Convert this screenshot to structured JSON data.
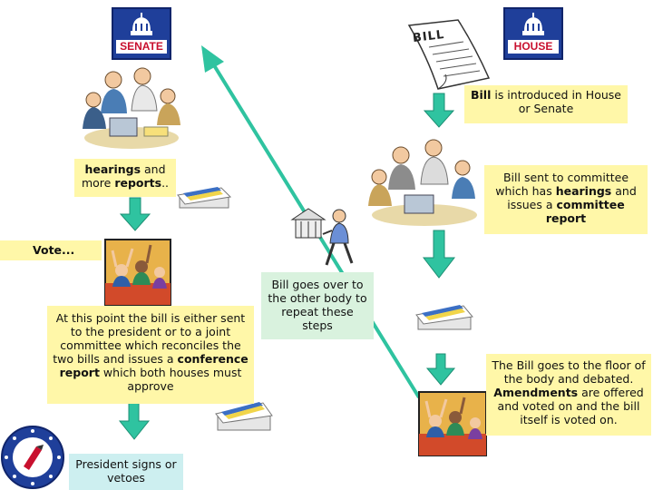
{
  "senate_label": "SENATE",
  "house_label": "HOUSE",
  "bill_paper_label": "BILL",
  "colors": {
    "note_yellow": "#fff7a8",
    "note_green": "#d9f2de",
    "note_teal": "#cdeff0",
    "arrow_green": "#2fc3a0",
    "seal_blue": "#1f3f9a",
    "seal_red": "#c8102e"
  },
  "icons": [
    "capitol-dome-icon",
    "bill-paper-icon",
    "meeting-people-icon",
    "report-stack-icon",
    "voting-hands-icon",
    "walking-messenger-icon",
    "presidential-seal-icon"
  ],
  "steps": {
    "introduced": {
      "bold": "Bill",
      "rest": " is introduced in House or Senate"
    },
    "committee": {
      "pre": "Bill sent to committee which has ",
      "bold1": "hearings",
      "mid": " and issues a ",
      "bold2": "committee report"
    },
    "floor": {
      "pre": "The Bill goes to the floor of the body and debated. ",
      "bold": "Amendments",
      "rest": " are offered and voted on and the bill itself is voted on."
    },
    "other_body": "Bill goes over to the other body to repeat these steps",
    "hearings": {
      "bold1": "hearings",
      "mid": " and more ",
      "bold2": "reports",
      "rest": ".."
    },
    "vote": "Vote...",
    "conference": {
      "pre": "At this point the bill is either sent to the president or to a joint committee which reconciles the two bills and issues a ",
      "bold": "conference report",
      "rest": " which both houses must approve"
    },
    "president": "President signs or vetoes"
  }
}
